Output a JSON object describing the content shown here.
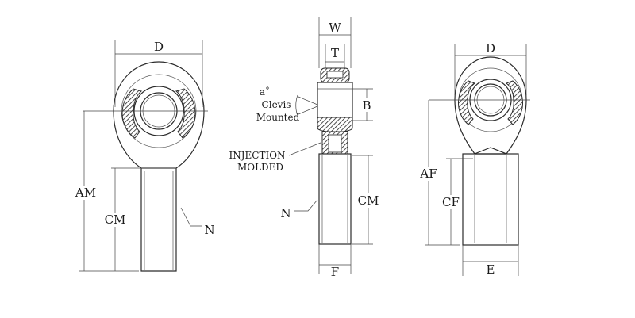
{
  "labels": {
    "left": {
      "d": "D",
      "am": "AM",
      "cm": "CM",
      "n": "N"
    },
    "middle": {
      "w": "W",
      "t": "T",
      "b": "B",
      "cm": "CM",
      "n": "N",
      "f": "F",
      "angle": "a˚",
      "clevis": "Clevis",
      "mounted": "Mounted",
      "injection": "INJECTION",
      "molded": "MOLDED"
    },
    "right": {
      "d": "D",
      "af": "AF",
      "cf": "CF",
      "e": "E"
    }
  },
  "colors": {
    "ink": "#2b2b2b",
    "background": "#ffffff"
  }
}
